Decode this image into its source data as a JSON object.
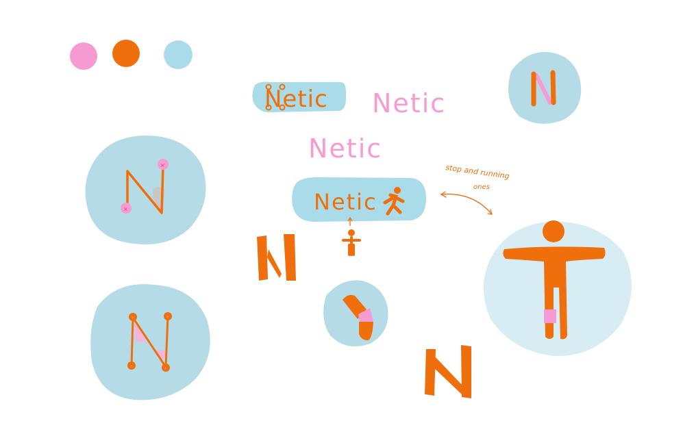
{
  "palette": {
    "pink": "#f59bd2",
    "orange": "#ee6f0c",
    "blue": "#a9dce8",
    "circle_blue": "#b5dce6",
    "pale_blue": "#d8edf3",
    "grey": "#c8c8c8",
    "white": "#ffffff"
  },
  "wordmarks": {
    "blue_pill": "Netic",
    "pink_top": "Netic",
    "pink_bottom": "Netic",
    "running_pill": "Netic"
  },
  "note": {
    "line1": "stop and running",
    "line2": "ones"
  },
  "icons": [
    "color-swatch-pink",
    "color-swatch-orange",
    "color-swatch-blue",
    "n-monogram-icon",
    "running-person-icon",
    "standing-person-icon",
    "bent-limb-icon"
  ]
}
